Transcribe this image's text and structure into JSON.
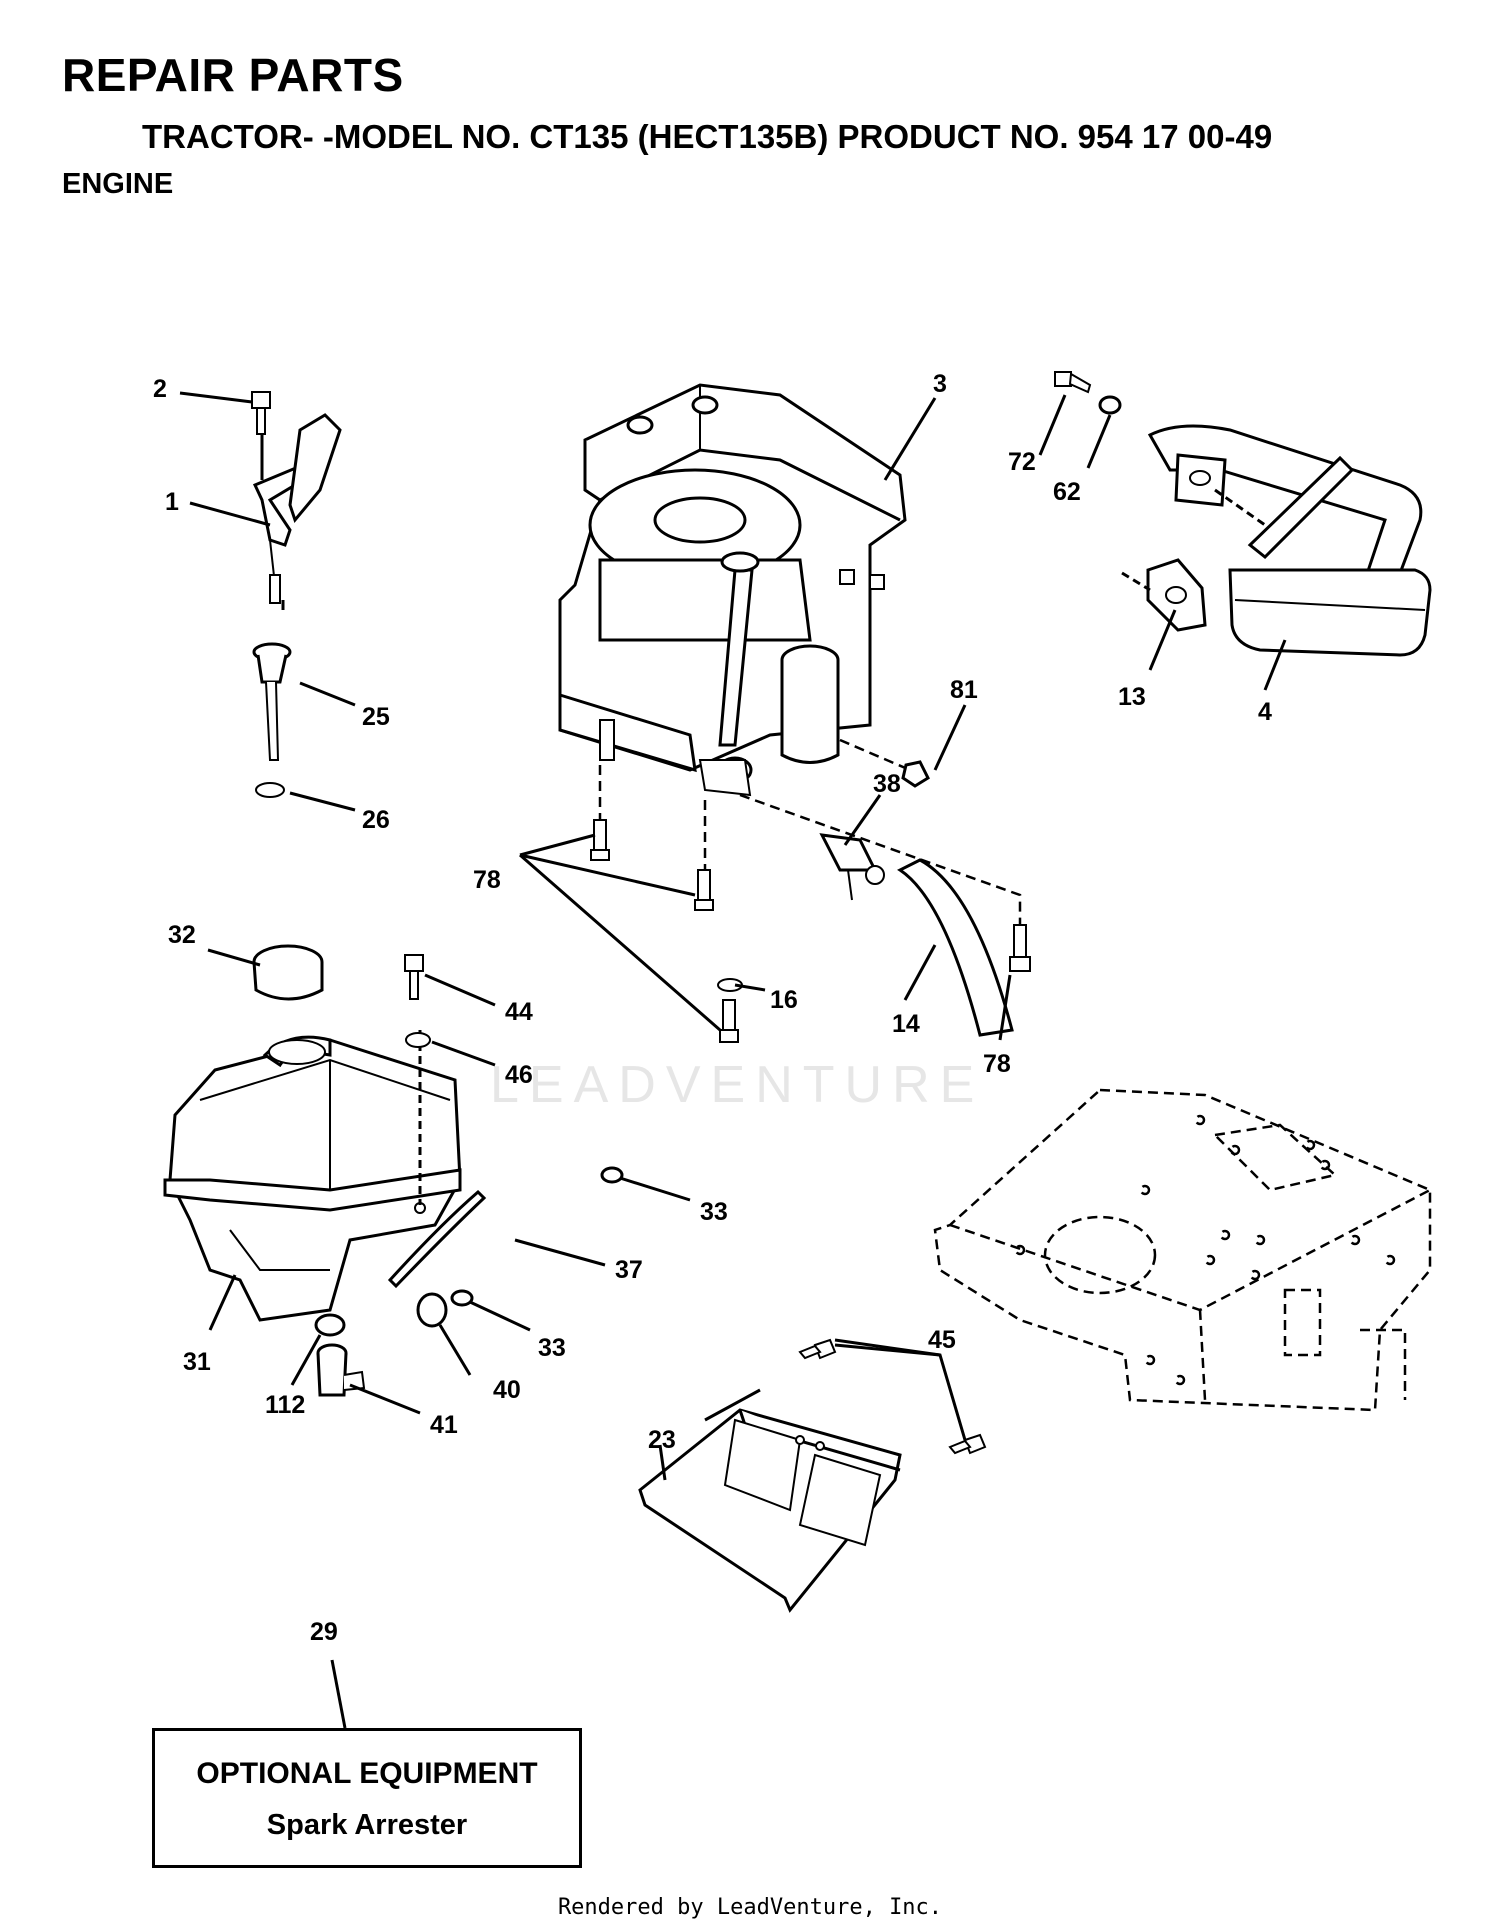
{
  "header": {
    "title": "REPAIR PARTS",
    "subtitle": "TRACTOR- -MODEL NO. CT135 (HECT135B) PRODUCT NO. 954 17 00-49",
    "section": "ENGINE"
  },
  "watermark": "LEADVENTURE",
  "callouts": {
    "c1": "1",
    "c2": "2",
    "c3": "3",
    "c4": "4",
    "c13": "13",
    "c14": "14",
    "c16": "16",
    "c23": "23",
    "c25": "25",
    "c26": "26",
    "c29": "29",
    "c31": "31",
    "c32": "32",
    "c33a": "33",
    "c33b": "33",
    "c37": "37",
    "c38": "38",
    "c40": "40",
    "c41": "41",
    "c44": "44",
    "c45": "45",
    "c46": "46",
    "c62": "62",
    "c72": "72",
    "c78a": "78",
    "c78b": "78",
    "c81": "81",
    "c112": "112"
  },
  "optional_equipment": {
    "title": "OPTIONAL EQUIPMENT",
    "item": "Spark Arrester"
  },
  "footer": "Rendered by LeadVenture, Inc."
}
